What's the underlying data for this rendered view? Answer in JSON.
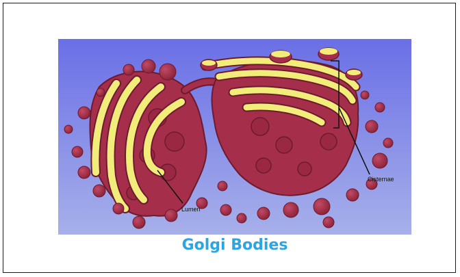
{
  "caption": "Golgi Bodies",
  "labels": {
    "lumen": "Lumen",
    "cisternae": "Cisternae"
  },
  "colors": {
    "background_gradient_top": "#6a6fe6",
    "background_gradient_bottom": "#a7b0ea",
    "membrane": "#a52f4a",
    "membrane_dark": "#6e1a2e",
    "cisterna_fill": "#f2ec7a",
    "caption": "#29a6e3"
  }
}
